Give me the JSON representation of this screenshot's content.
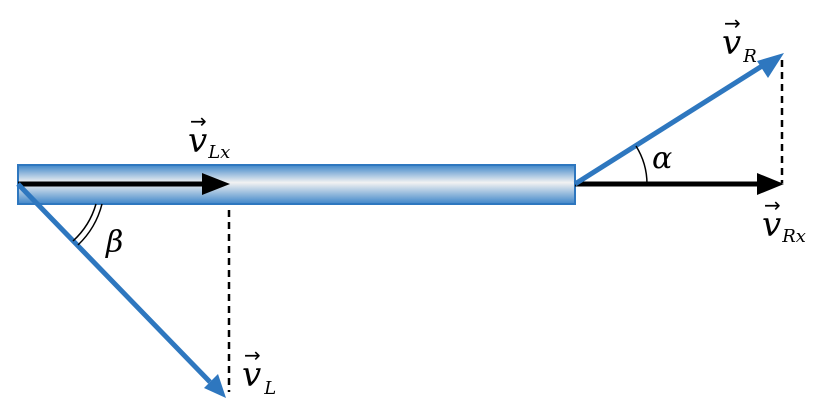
{
  "colors": {
    "vector_blue": "#2e77bf",
    "vector_black": "#000000",
    "rod_edge": "#2e77bf",
    "rod_dark": "#3f86c9",
    "rod_light": "#f2f2f2"
  },
  "labels": {
    "v_lx": {
      "symbol": "v",
      "subscript": "Lx"
    },
    "v_r": {
      "symbol": "v",
      "subscript": "R"
    },
    "v_rx": {
      "symbol": "v",
      "subscript": "Rx"
    },
    "v_l": {
      "symbol": "v",
      "subscript": "L"
    },
    "alpha": "α",
    "beta": "β"
  }
}
